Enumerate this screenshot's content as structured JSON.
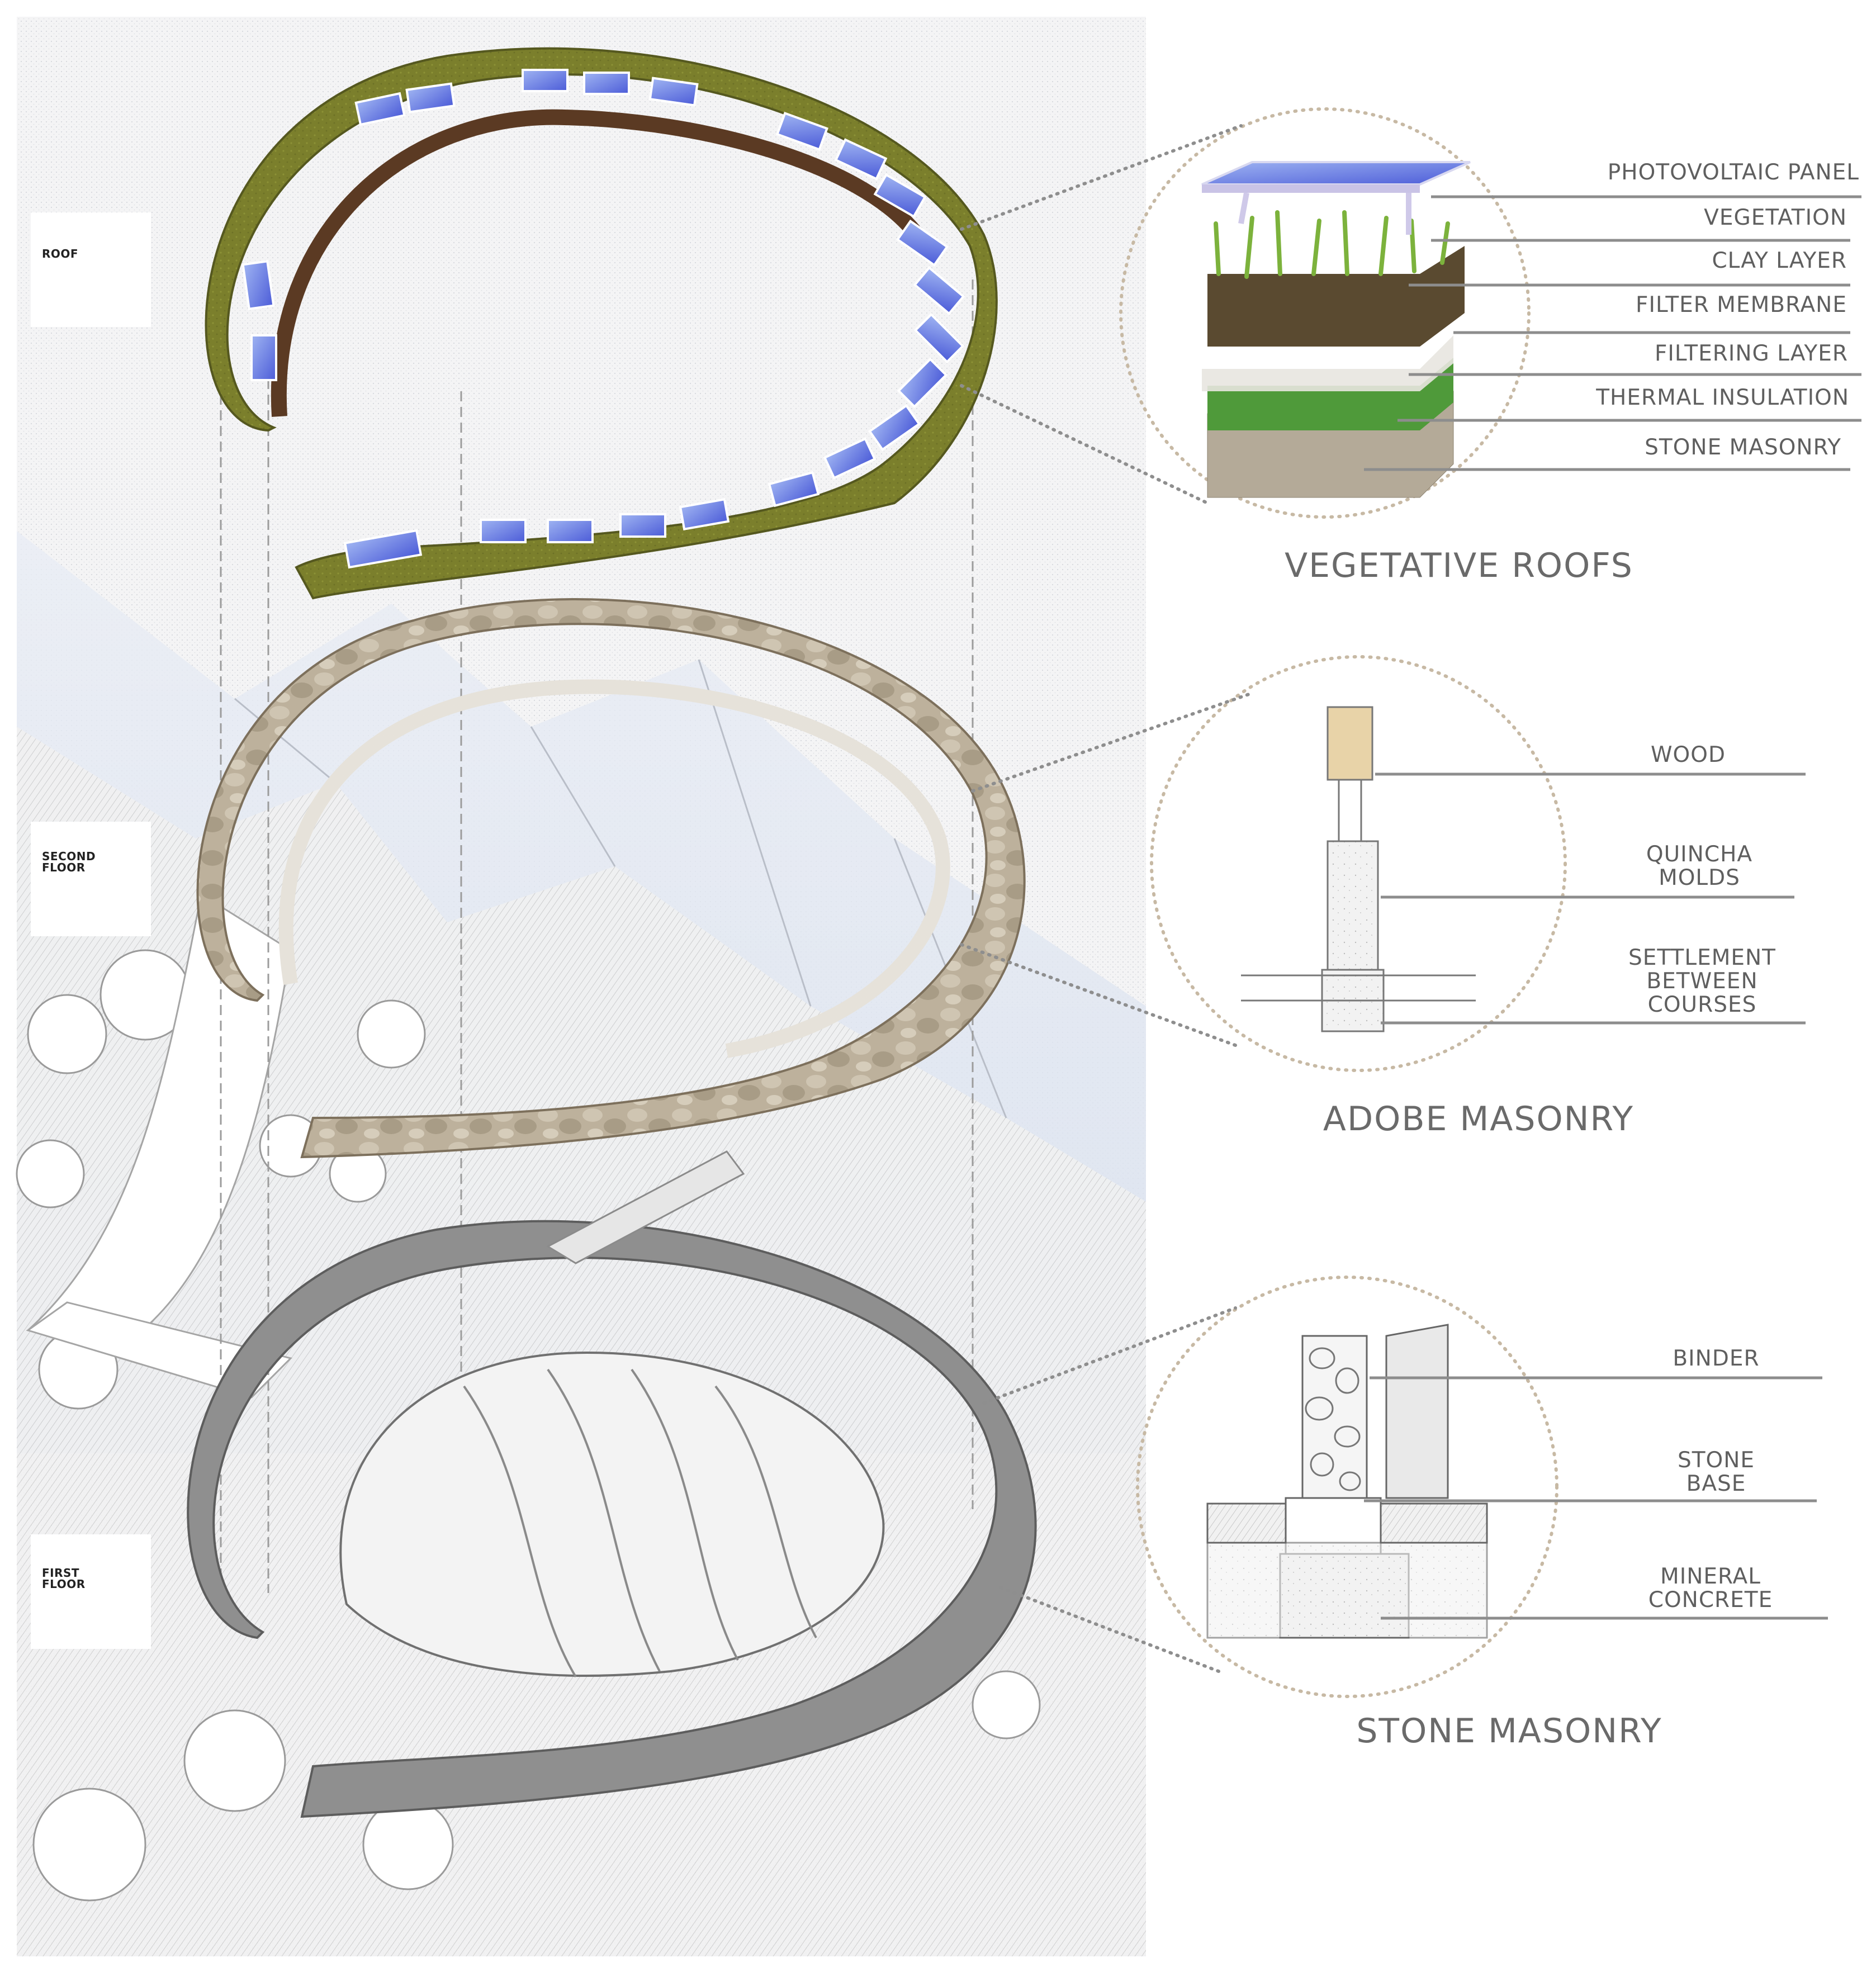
{
  "floors": {
    "roof": "ROOF",
    "second": "SECOND\nFLOOR",
    "first": "FIRST\nFLOOR"
  },
  "vegetative_roofs": {
    "title": "VEGETATIVE ROOFS",
    "layers": [
      "PHOTOVOLTAIC PANEL",
      "VEGETATION",
      "CLAY LAYER",
      "FILTER MEMBRANE",
      "FILTERING LAYER",
      "THERMAL INSULATION",
      "STONE MASONRY"
    ]
  },
  "adobe_masonry": {
    "title": "ADOBE MASONRY",
    "layers": [
      "WOOD",
      "QUINCHA\nMOLDS",
      "SETTLEMENT\nBETWEEN\nCOURSES"
    ]
  },
  "stone_masonry": {
    "title": "STONE MASONRY",
    "layers": [
      "BINDER",
      "STONE\nBASE",
      "MINERAL\nCONCRETE"
    ]
  },
  "colors": {
    "roof_green": "#7b7f2c",
    "solar_blue": "#4c5cd8",
    "adobe_stone": "#b9ad98",
    "stone_grey": "#8d8d8d",
    "callout_dots": "#c7b9a4",
    "label_text": "#5f5f5f"
  }
}
